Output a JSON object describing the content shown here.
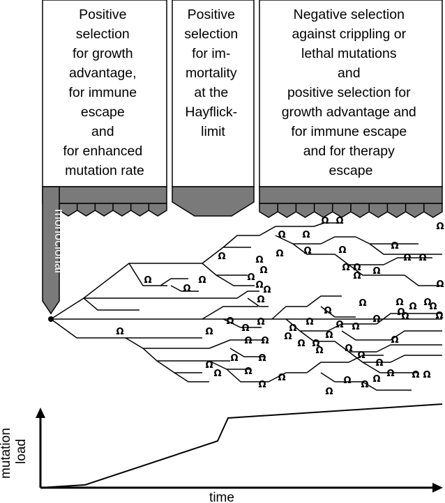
{
  "boxes": [
    {
      "id": "growth",
      "lines": [
        "Positive",
        "selection",
        "for growth",
        "advantage,",
        "for immune",
        "escape",
        "and",
        "for enhanced",
        "mutation rate"
      ]
    },
    {
      "id": "immortality",
      "lines": [
        "Positive",
        "selection",
        "for  im-",
        "mortality",
        "at the",
        "Hayflick-",
        "limit"
      ]
    },
    {
      "id": "negative",
      "lines": [
        "Negative selection",
        "against crippling or",
        "lethal mutations",
        "and",
        "positive selection for",
        "growth advantage and",
        "for immune escape",
        "and for  therapy",
        "escape"
      ]
    }
  ],
  "monoclonal_label": "monoclonal",
  "omega_symbol": "Ω",
  "axis": {
    "y_label_lines": [
      "mutation",
      "load"
    ],
    "x_label": "time"
  },
  "colors": {
    "gray": "#7a7a7a",
    "line": "#000000",
    "background": "#ffffff"
  }
}
